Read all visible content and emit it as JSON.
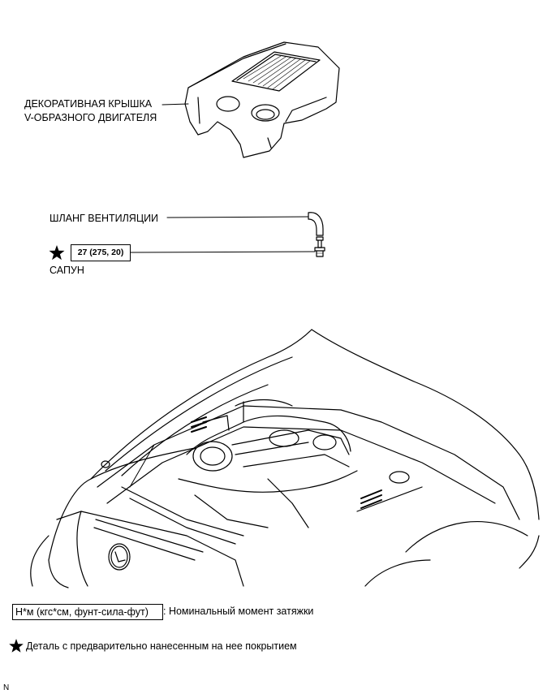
{
  "labels": {
    "cover_line1": "ДЕКОРАТИВНАЯ КРЫШКА",
    "cover_line2": "V-ОБРАЗНОГО ДВИГАТЕЛЯ",
    "hose": "ШЛАНГ ВЕНТИЛЯЦИИ",
    "torque": "27 (275, 20)",
    "breather": "САПУН"
  },
  "legend": {
    "torque_units": "Н*м (кгс*см, фунт-сила-фут)",
    "torque_desc": ": Номинальный момент затяжки",
    "coated_desc": "Деталь с предварительно нанесенным на нее покрытием"
  },
  "footer": {
    "code": "N"
  }
}
